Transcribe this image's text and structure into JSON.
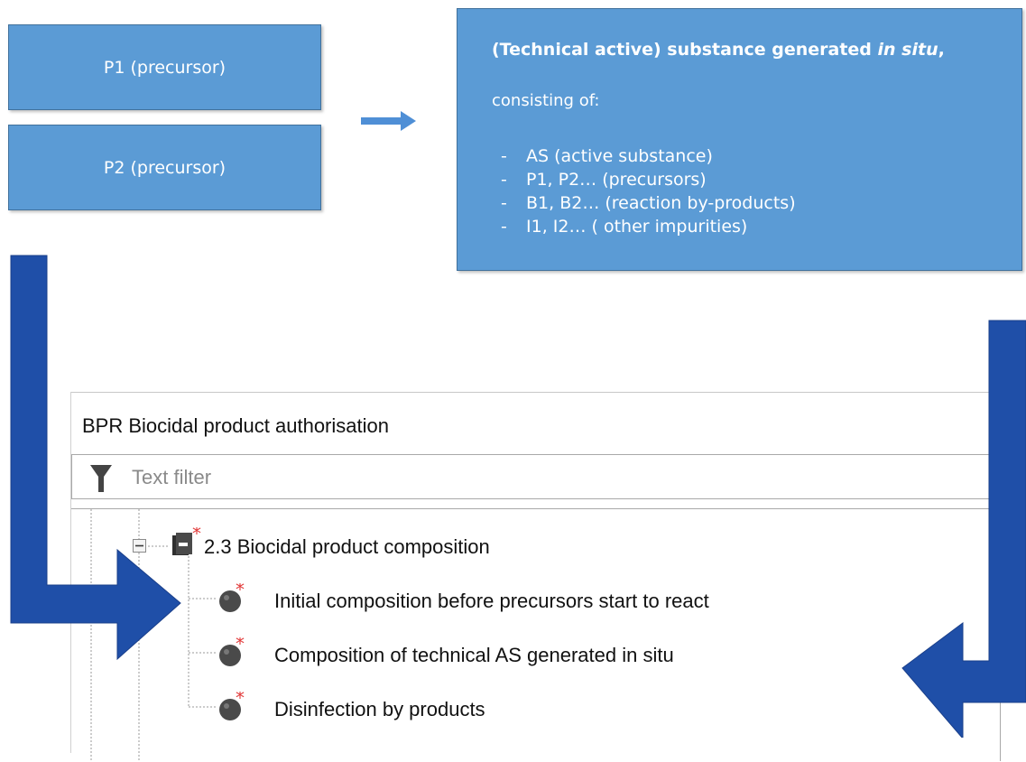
{
  "precursors": [
    {
      "label": "P1 (precursor)"
    },
    {
      "label": "P2 (precursor)"
    }
  ],
  "result": {
    "title_main": "(Technical active) substance generated ",
    "title_italic": "in situ",
    "title_end": ",",
    "subtitle": "consisting of:",
    "items": [
      "AS (active substance)",
      "P1, P2… (precursors)",
      "B1, B2… (reaction by-products)",
      "I1, I2… ( other impurities)"
    ]
  },
  "panel": {
    "title": "BPR Biocidal product authorisation",
    "filter_placeholder": "Text filter",
    "tree": {
      "parent": "2.3 Biocidal product composition",
      "children": [
        "Initial composition before precursors start to react",
        "Composition of technical AS generated in situ",
        "Disinfection by products"
      ]
    }
  },
  "colors": {
    "box_fill": "#5b9bd5",
    "big_arrow": "#1f4fa8",
    "small_arrow": "#4f8fd6",
    "required_marker": "#e23b3b"
  }
}
